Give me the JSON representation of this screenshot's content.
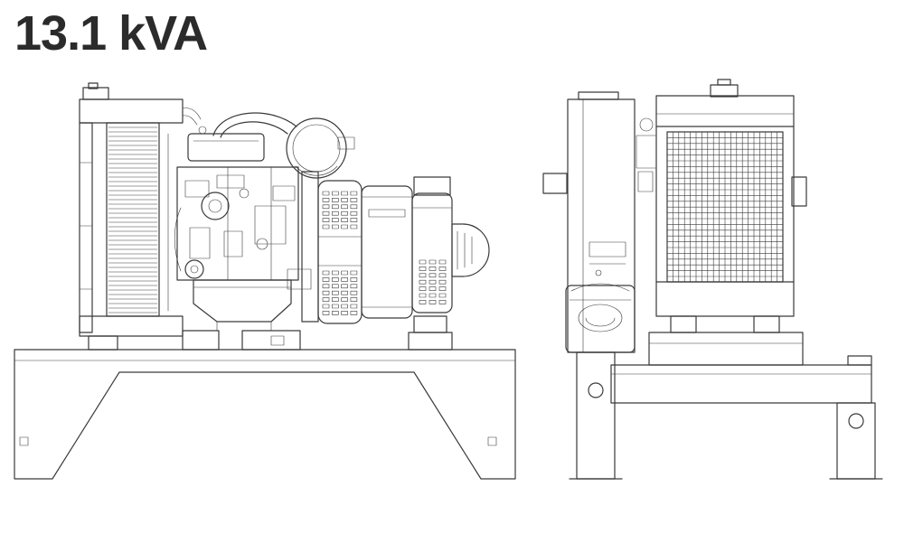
{
  "page": {
    "background": "#ffffff",
    "title": "13.1 kVA",
    "title_color": "#2b2b2b"
  },
  "drawing": {
    "type": "technical-line-drawing",
    "subject": "Open frame diesel generator set, side and front elevation line drawing",
    "line_color": "#3a3a3a",
    "views": [
      {
        "id": "side-view",
        "label": "side elevation"
      },
      {
        "id": "front-view",
        "label": "front elevation"
      }
    ]
  }
}
